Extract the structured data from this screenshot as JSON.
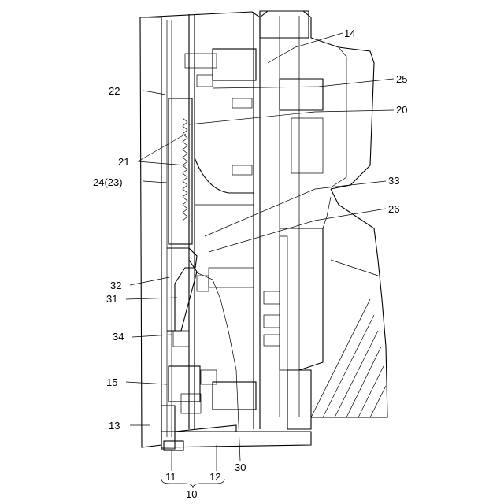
{
  "labels": {
    "l14": "14",
    "l25": "25",
    "l22": "22",
    "l20": "20",
    "l21": "21",
    "l24": "24(23)",
    "l33": "33",
    "l26": "26",
    "l32": "32",
    "l31": "31",
    "l34": "34",
    "l15": "15",
    "l13": "13",
    "l11": "11",
    "l12": "12",
    "l30": "30",
    "l10": "10"
  }
}
